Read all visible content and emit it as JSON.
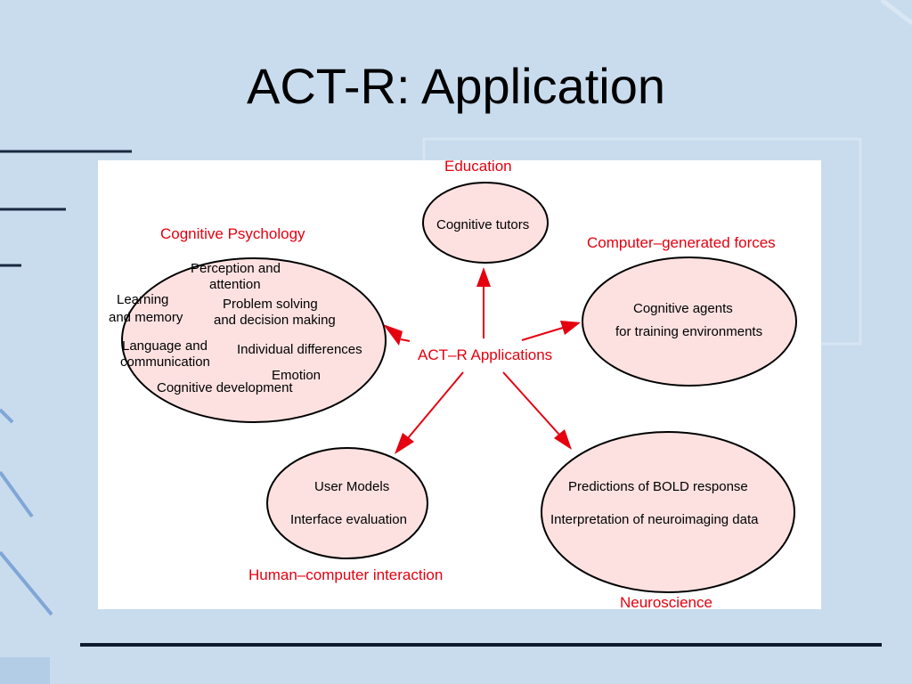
{
  "slide": {
    "title": "ACT-R: Application",
    "colors": {
      "background": "#c9dcee",
      "panel": "#ffffff",
      "accent": "#e4000f",
      "bubble_fill": "#fde1e1"
    }
  },
  "diagram": {
    "center_label": "ACT–R Applications",
    "groups": {
      "education": {
        "category": "Education",
        "items": [
          "Cognitive tutors"
        ]
      },
      "cognitive_psychology": {
        "category": "Cognitive Psychology",
        "items": [
          "Perception and",
          "attention",
          "Learning",
          "and memory",
          "Problem solving",
          "and decision making",
          "Language and",
          "communication",
          "Individual differences",
          "Emotion",
          "Cognitive development"
        ]
      },
      "computer_generated_forces": {
        "category": "Computer–generated forces",
        "items": [
          "Cognitive agents",
          "for training environments"
        ]
      },
      "hci": {
        "category": "Human–computer interaction",
        "items": [
          "User Models",
          "Interface evaluation"
        ]
      },
      "neuroscience": {
        "category": "Neuroscience",
        "items": [
          "Predictions of BOLD response",
          "Interpretation of neuroimaging data"
        ]
      }
    }
  }
}
